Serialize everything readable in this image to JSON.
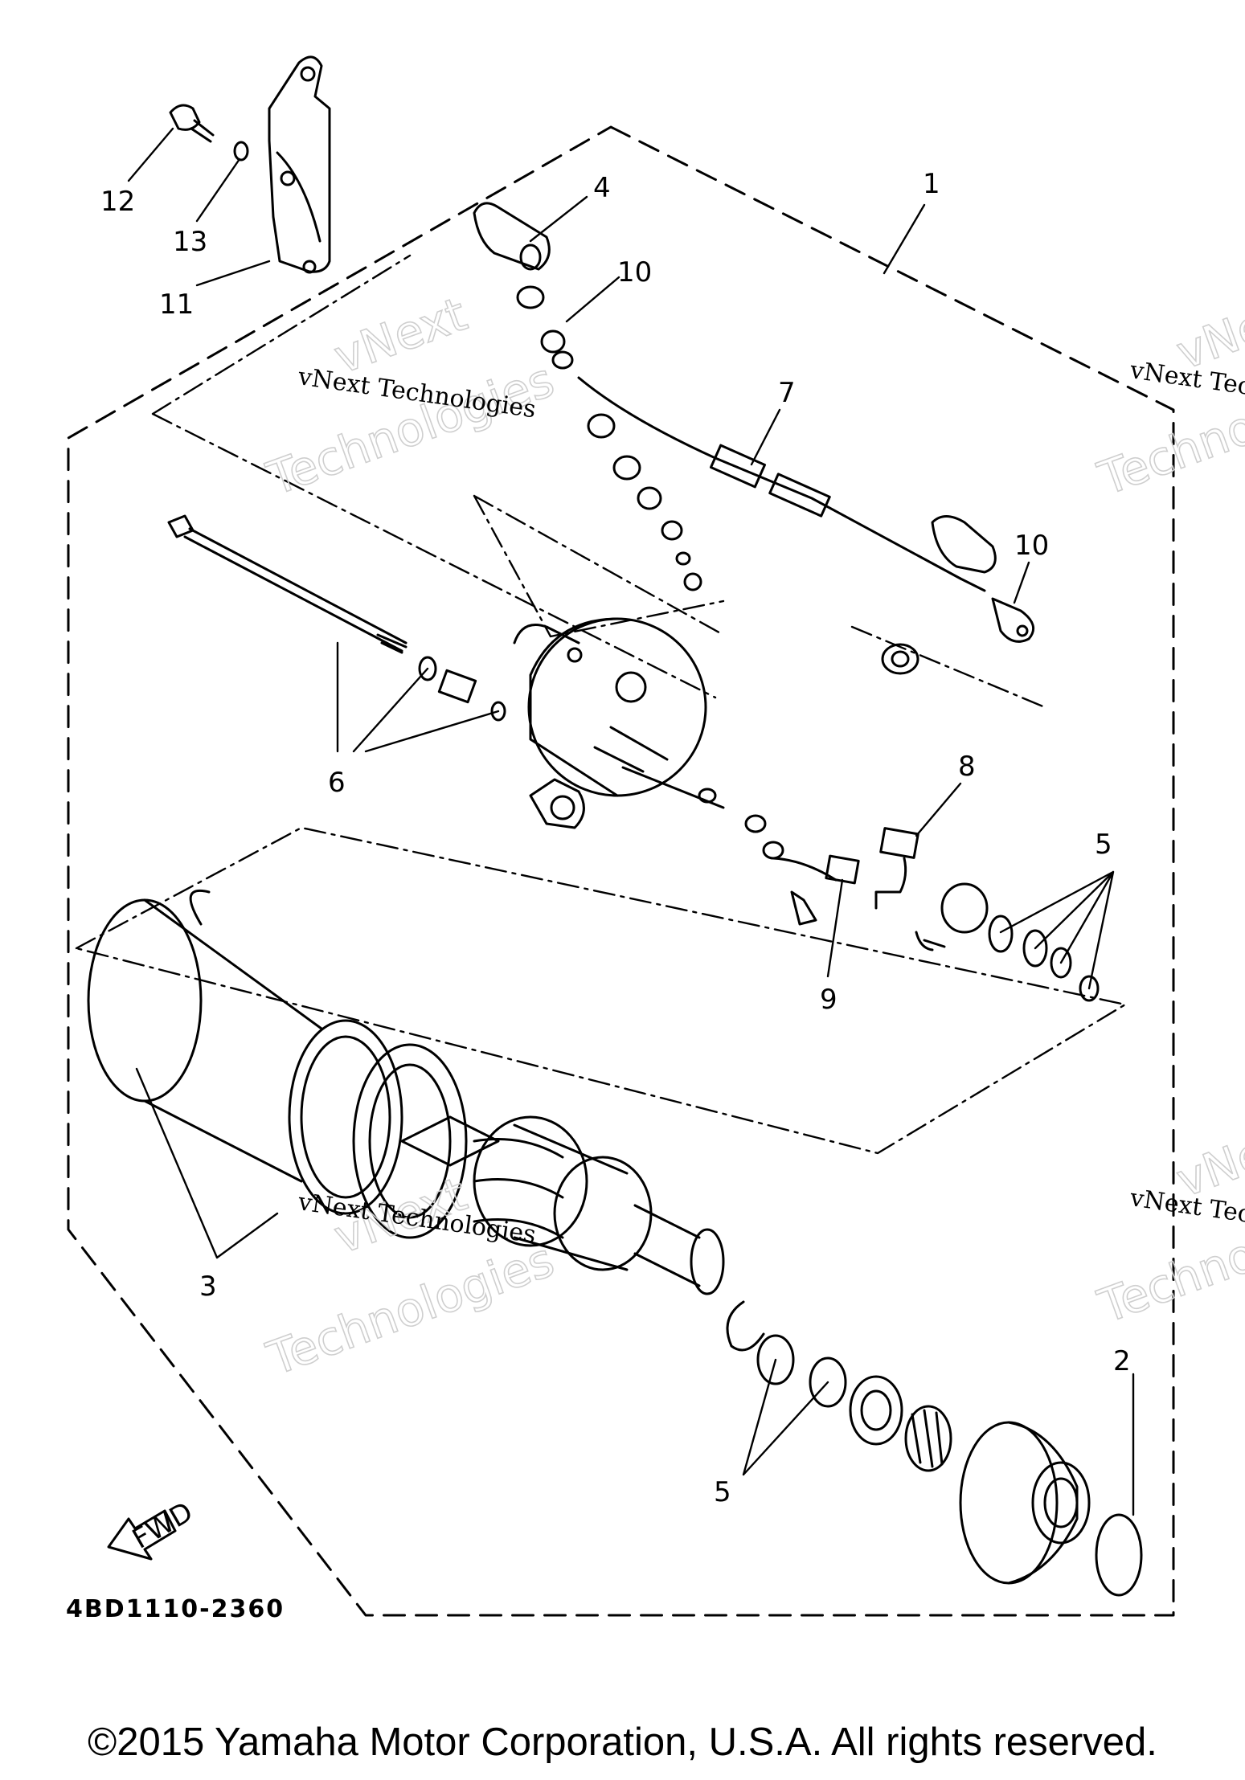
{
  "callouts": {
    "c1": "1",
    "c2": "2",
    "c3": "3",
    "c4": "4",
    "c5a": "5",
    "c5b": "5",
    "c6": "6",
    "c7": "7",
    "c8": "8",
    "c9": "9",
    "c10a": "10",
    "c10b": "10",
    "c11": "11",
    "c12": "12",
    "c13": "13"
  },
  "fwd_label": "FWD",
  "reference_code": "4BD1110-2360",
  "watermark": {
    "line1": "vNext Technologies",
    "big1": "vNext",
    "big2": "Technologies"
  },
  "copyright": "©2015 Yamaha Motor Corporation, U.S.A. All rights reserved."
}
